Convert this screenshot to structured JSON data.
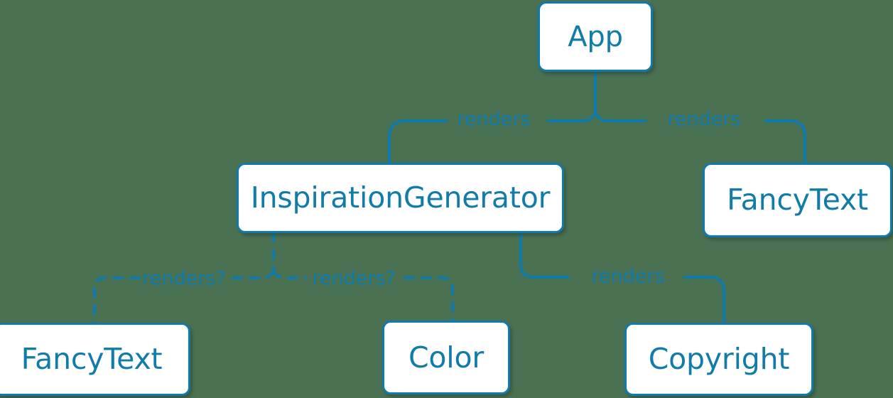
{
  "diagram": {
    "type": "component-tree",
    "background_color": "#4a7252",
    "accent_color": "#117aad",
    "node_fill_color": "#ffffff",
    "node_text_color": "#127ca8",
    "nodes": [
      {
        "id": "app",
        "label": "App"
      },
      {
        "id": "inspiration",
        "label": "InspirationGenerator"
      },
      {
        "id": "fancytext_right",
        "label": "FancyText"
      },
      {
        "id": "fancytext_left",
        "label": "FancyText"
      },
      {
        "id": "color",
        "label": "Color"
      },
      {
        "id": "copyright",
        "label": "Copyright"
      }
    ],
    "edges": [
      {
        "id": "app-inspiration",
        "from": "app",
        "to": "inspiration",
        "label": "renders",
        "style": "solid"
      },
      {
        "id": "app-fancytext",
        "from": "app",
        "to": "fancytext_right",
        "label": "renders",
        "style": "solid"
      },
      {
        "id": "ig-fancytext",
        "from": "inspiration",
        "to": "fancytext_left",
        "label": "renders?",
        "style": "dashed"
      },
      {
        "id": "ig-color",
        "from": "inspiration",
        "to": "color",
        "label": "renders?",
        "style": "dashed"
      },
      {
        "id": "ig-copyright",
        "from": "inspiration",
        "to": "copyright",
        "label": "renders",
        "style": "solid"
      }
    ]
  }
}
